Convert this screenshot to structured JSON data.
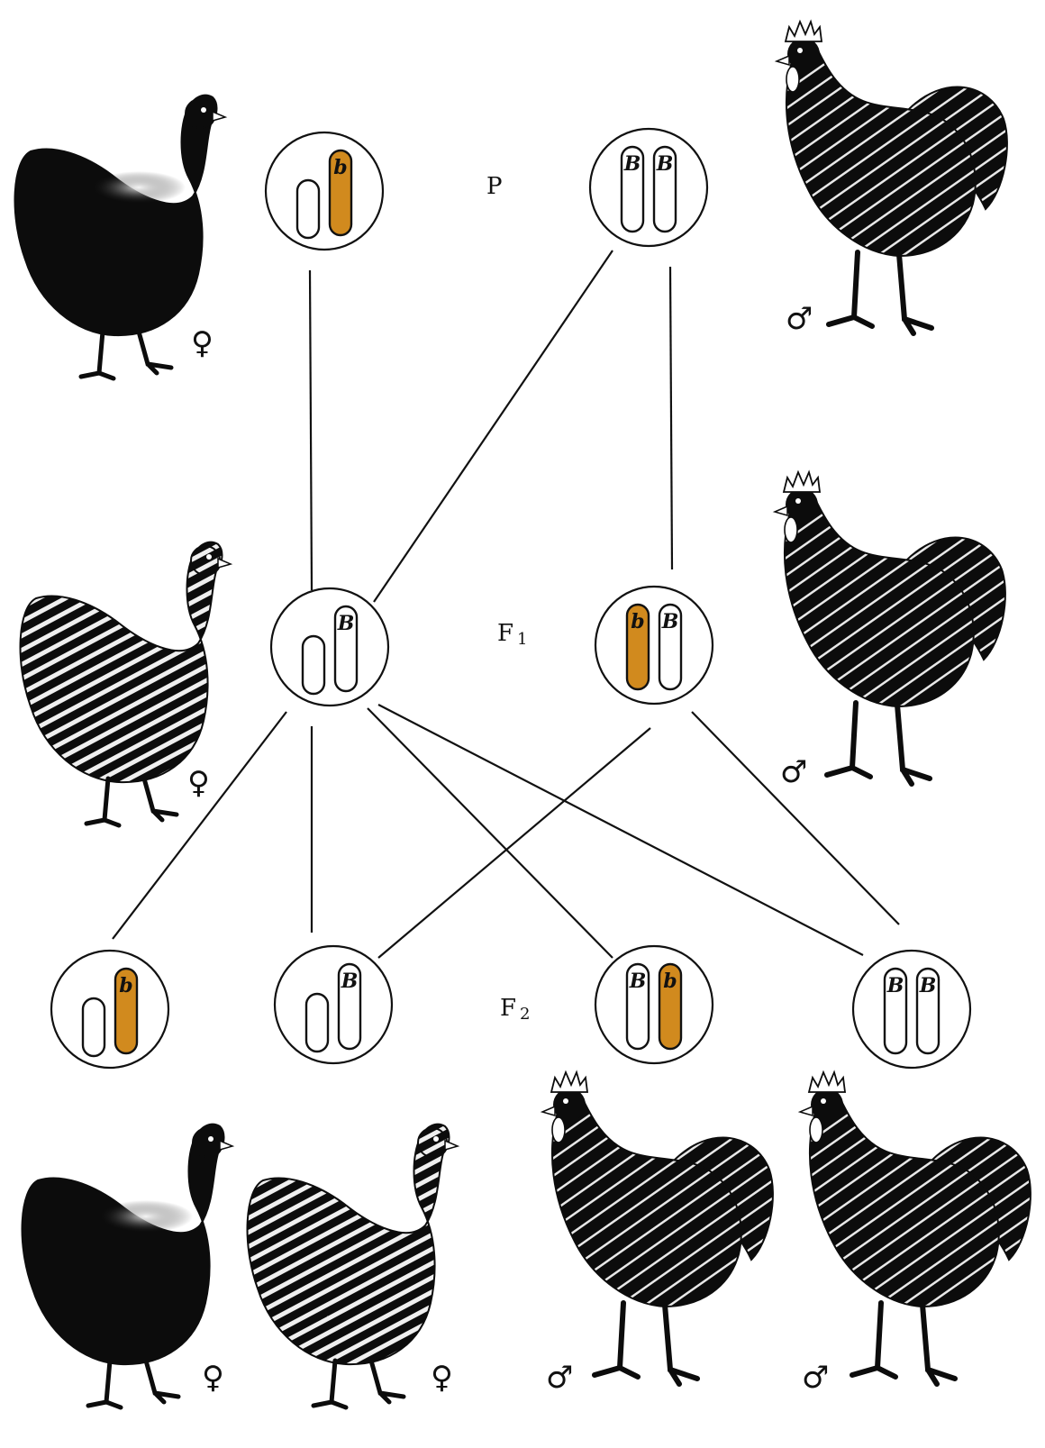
{
  "diagram": {
    "generations": [
      {
        "id": "P",
        "label": "P"
      },
      {
        "id": "F1",
        "label": "F",
        "sub": "1"
      },
      {
        "id": "F2",
        "label": "F",
        "sub": "2"
      }
    ],
    "genotypes": {
      "p_female": {
        "chromosomes": [
          {
            "allele": "",
            "mutant": false
          },
          {
            "allele": "b",
            "mutant": true
          }
        ]
      },
      "p_male": {
        "chromosomes": [
          {
            "allele": "B",
            "mutant": false
          },
          {
            "allele": "B",
            "mutant": false
          }
        ]
      },
      "f1_female": {
        "chromosomes": [
          {
            "allele": "",
            "mutant": false
          },
          {
            "allele": "B",
            "mutant": false
          }
        ]
      },
      "f1_male": {
        "chromosomes": [
          {
            "allele": "b",
            "mutant": true
          },
          {
            "allele": "B",
            "mutant": false
          }
        ]
      },
      "f2_1": {
        "chromosomes": [
          {
            "allele": "",
            "mutant": false
          },
          {
            "allele": "b",
            "mutant": true
          }
        ]
      },
      "f2_2": {
        "chromosomes": [
          {
            "allele": "",
            "mutant": false
          },
          {
            "allele": "B",
            "mutant": false
          }
        ]
      },
      "f2_3": {
        "chromosomes": [
          {
            "allele": "B",
            "mutant": false
          },
          {
            "allele": "b",
            "mutant": true
          }
        ]
      },
      "f2_4": {
        "chromosomes": [
          {
            "allele": "B",
            "mutant": false
          },
          {
            "allele": "B",
            "mutant": false
          }
        ]
      }
    },
    "birds": [
      {
        "id": "p-hen",
        "sex": "♀",
        "kind": "hen",
        "pattern": "black"
      },
      {
        "id": "p-rooster",
        "sex": "♂",
        "kind": "rooster",
        "pattern": "barred"
      },
      {
        "id": "f1-hen",
        "sex": "♀",
        "kind": "hen",
        "pattern": "barred"
      },
      {
        "id": "f1-rooster",
        "sex": "♂",
        "kind": "rooster",
        "pattern": "barred"
      },
      {
        "id": "f2-hen-black",
        "sex": "♀",
        "kind": "hen",
        "pattern": "black"
      },
      {
        "id": "f2-hen-barred",
        "sex": "♀",
        "kind": "hen",
        "pattern": "barred"
      },
      {
        "id": "f2-rooster-1",
        "sex": "♂",
        "kind": "rooster",
        "pattern": "barred"
      },
      {
        "id": "f2-rooster-2",
        "sex": "♂",
        "kind": "rooster",
        "pattern": "barred"
      }
    ],
    "colors": {
      "mutant_chromosome": "#d18a1e",
      "line": "#111111",
      "circle_fill": "#ffffff",
      "bird_black": "#0c0c0c",
      "bird_stripe": "#f2f2f2",
      "comb": "#ffffff"
    }
  }
}
